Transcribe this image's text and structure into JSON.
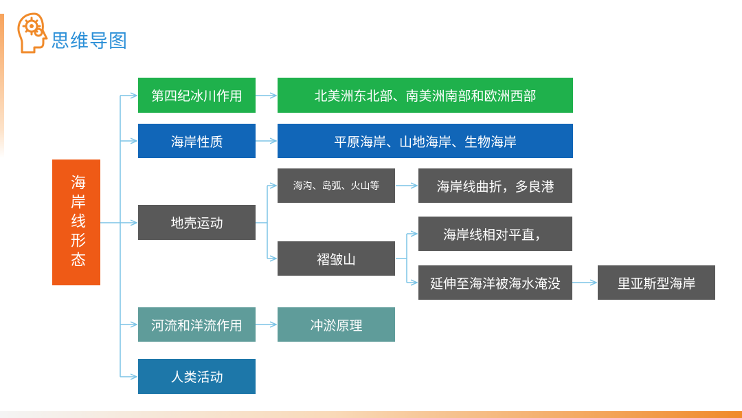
{
  "header": {
    "title": "思维导图",
    "icon": "head-gears-icon"
  },
  "colors": {
    "accent": "#f08a2a",
    "title": "#2b8fd7",
    "connector": "#7cc4e6",
    "root": "#ef5a16",
    "green": "#1fb14c",
    "blue": "#1166b8",
    "gray": "#595959",
    "teal": "#5f9c9a",
    "cyan": "#1d77a9"
  },
  "mindmap": {
    "root": "海岸线形态",
    "glacier": {
      "label": "第四纪冰川作用",
      "detail": "北美洲东北部、南美洲南部和欧洲西部"
    },
    "nature": {
      "label": "海岸性质",
      "detail": "平原海岸、山地海岸、生物海岸"
    },
    "crust": {
      "label": "地壳运动",
      "trench": {
        "label": "海沟、岛弧、火山等",
        "result": "海岸线曲折，多良港"
      },
      "fold": {
        "label": "褶皱山",
        "straight": "海岸线相对平直，",
        "submerge": "延伸至海洋被海水淹没",
        "ria": "里亚斯型海岸"
      }
    },
    "river": {
      "label": "河流和洋流作用",
      "detail": "冲淤原理"
    },
    "human": {
      "label": "人类活动"
    }
  }
}
